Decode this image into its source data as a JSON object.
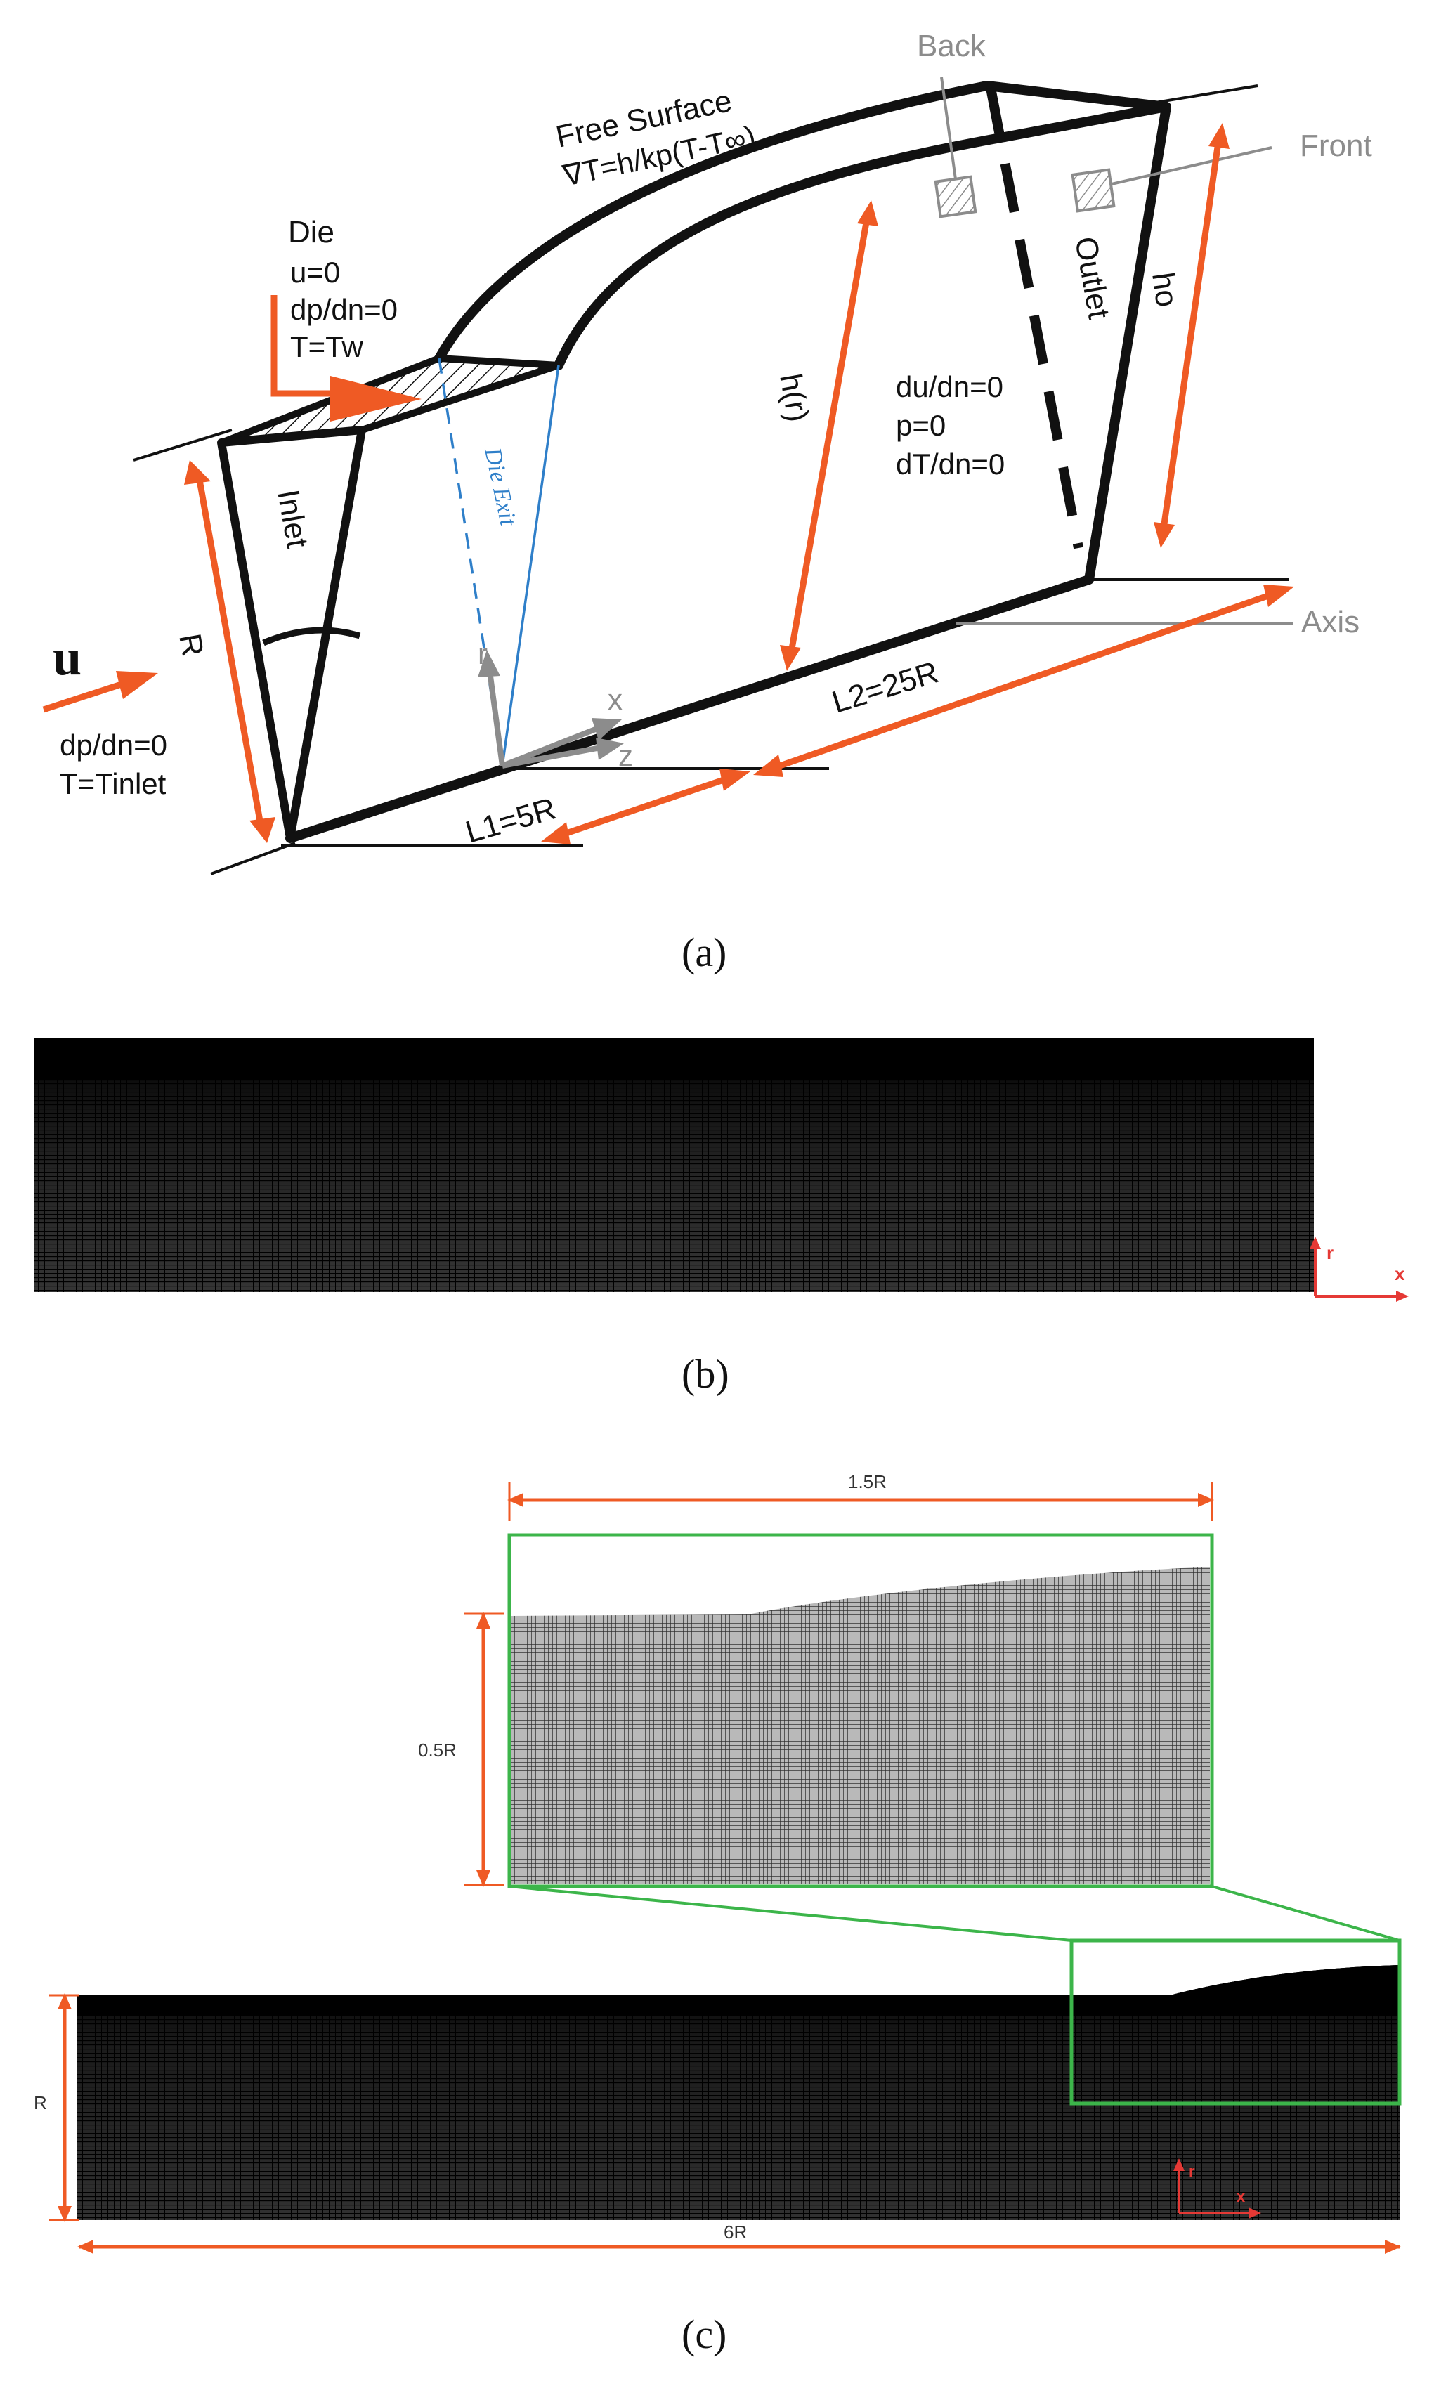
{
  "colors": {
    "accent": "#ef5a24",
    "line": "#111111",
    "gray": "#8c8c8c",
    "blue": "#2f7fc9",
    "green": "#3cb54a",
    "axis_red": "#e53935"
  },
  "panel_a": {
    "caption": "(a)",
    "free_surface_title": "Free Surface",
    "free_surface_eq": "∇T=h/kp(T-T∞)",
    "die_title": "Die",
    "die_bc": [
      "u=0",
      "dp/dn=0",
      "T=Tw"
    ],
    "inlet_label": "Inlet",
    "outlet_label": "Outlet",
    "outlet_bc": [
      "du/dn=0",
      "p=0",
      "dT/dn=0"
    ],
    "inlet_velocity": "u",
    "inlet_bc": [
      "dp/dn=0",
      "T=Tinlet"
    ],
    "radius_label": "R",
    "height_label": "h(r)",
    "outlet_height_label": "ho",
    "die_exit_label": "Die Exit",
    "back_label": "Back",
    "front_label": "Front",
    "axis_label": "Axis",
    "l1_label": "L1=5R",
    "l2_label": "L2=25R",
    "coord_r": "r",
    "coord_x": "x",
    "coord_z": "z"
  },
  "panel_b": {
    "caption": "(b)",
    "axis_r": "r",
    "axis_x": "x"
  },
  "panel_c": {
    "caption": "(c)",
    "zoom_width_label": "1.5R",
    "zoom_height_label": "0.5R",
    "full_height_label": "R",
    "full_length_label": "6R",
    "axis_r": "r",
    "axis_x": "x"
  }
}
